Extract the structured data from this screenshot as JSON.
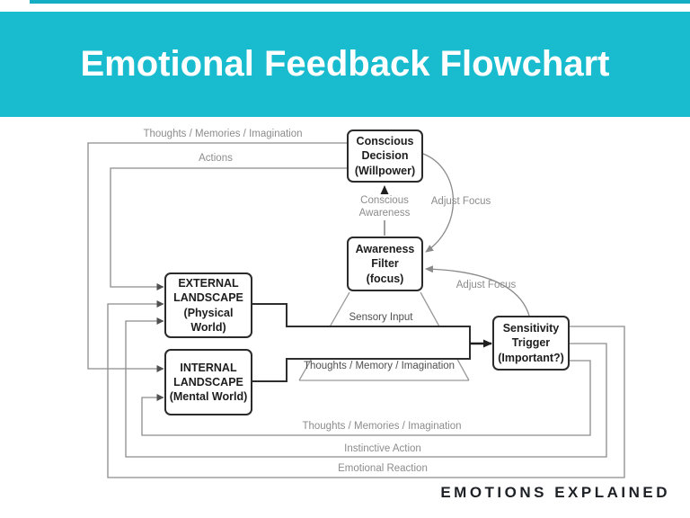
{
  "header": {
    "title": "Emotional Feedback Flowchart",
    "accent_color": "#19bccf",
    "strip_color": "#13aec3",
    "title_text_color": "#ffffff"
  },
  "nodes": {
    "conscious_decision": {
      "label": "Conscious\nDecision\n(Willpower)"
    },
    "awareness_filter": {
      "label": "Awareness\nFilter\n(focus)"
    },
    "external_landscape": {
      "label": "EXTERNAL\nLANDSCAPE\n(Physical World)"
    },
    "internal_landscape": {
      "label": "INTERNAL\nLANDSCAPE\n(Mental World)"
    },
    "sensitivity_trigger": {
      "label": "Sensitivity\nTrigger\n(Important?)"
    }
  },
  "edge_labels": {
    "thoughts_top": "Thoughts / Memories / Imagination",
    "actions": "Actions",
    "conscious_awareness": "Conscious\nAwareness",
    "adjust_focus_top": "Adjust Focus",
    "adjust_focus_right": "Adjust Focus",
    "sensory_input": "Sensory Input",
    "thoughts_middle": "Thoughts / Memory / Imagination",
    "thoughts_bottom": "Thoughts / Memories / Imagination",
    "instinctive_action": "Instinctive Action",
    "emotional_reaction": "Emotional Reaction"
  },
  "footer": {
    "brand": "EMOTIONS EXPLAINED"
  },
  "colors": {
    "box_border": "#2b2b2b",
    "line_gray": "#8c8c8c",
    "line_dark": "#2e2e2e",
    "label_gray": "#8c8c8c",
    "label_dark": "#4f4f4f"
  }
}
